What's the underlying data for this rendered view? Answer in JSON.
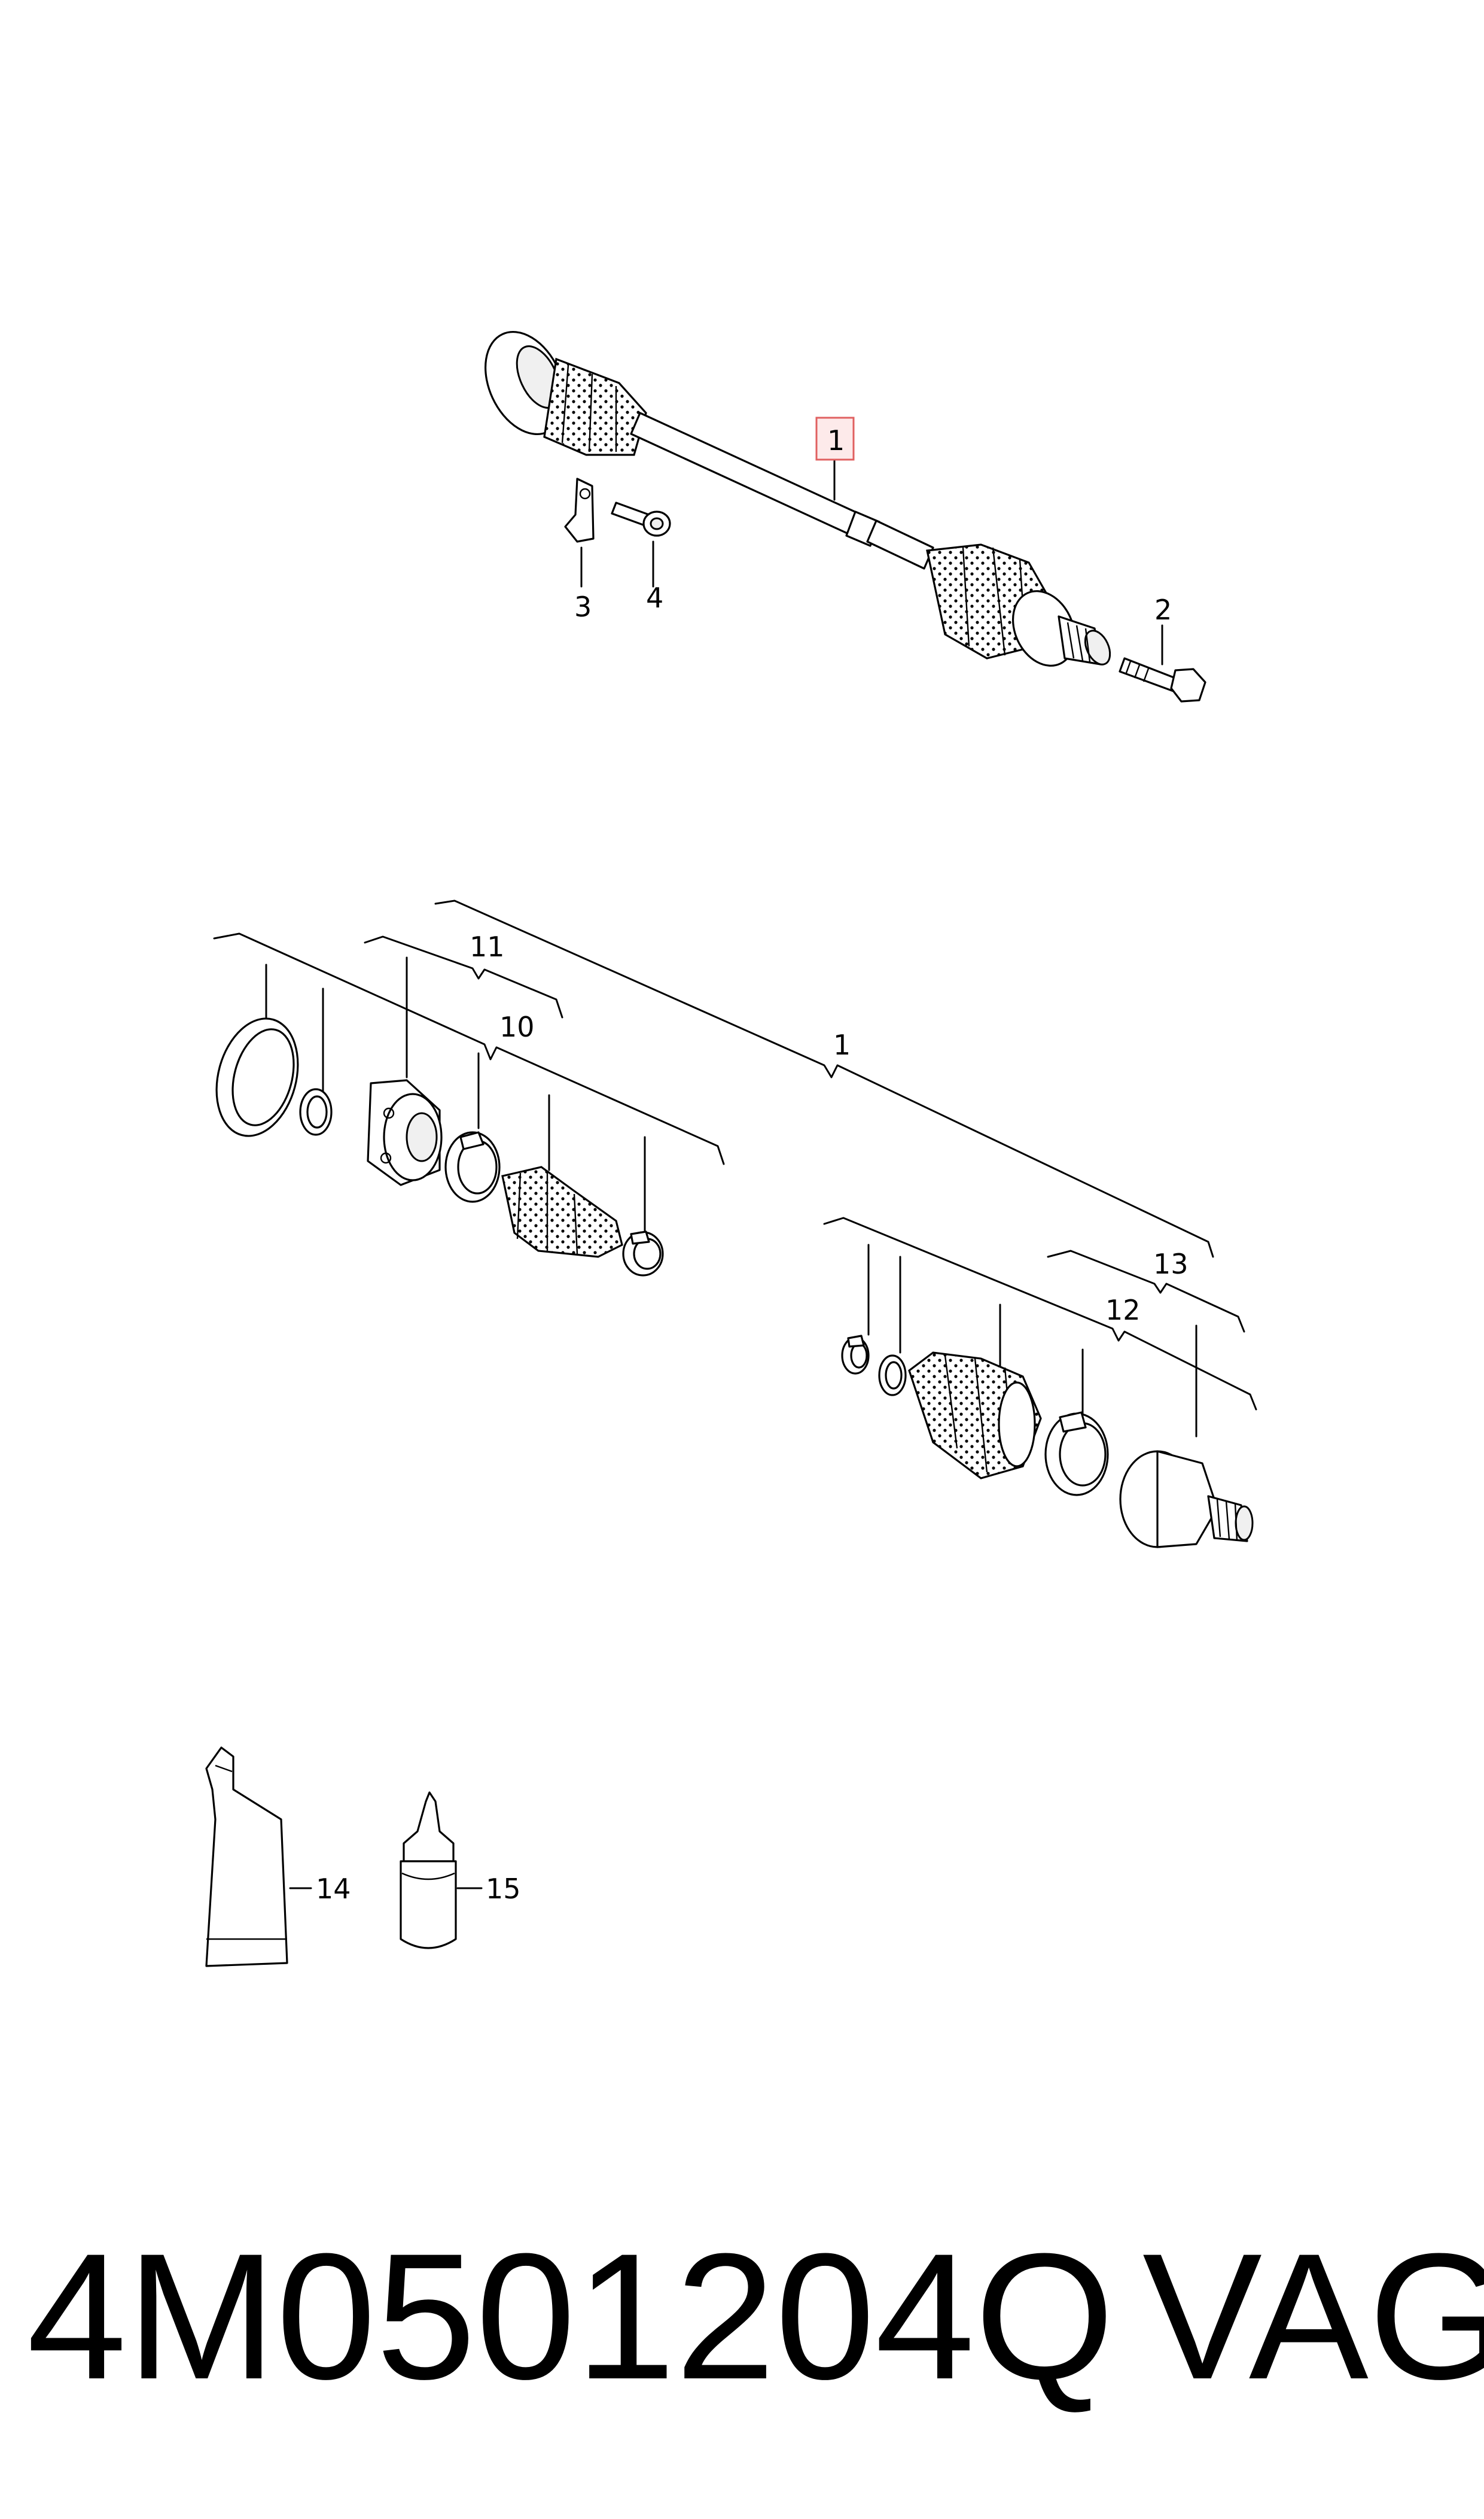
{
  "callouts": {
    "c1_top": "1",
    "c2": "2",
    "c3": "3",
    "c4": "4",
    "c1_group": "1",
    "c10": "10",
    "c11": "11",
    "c12": "12",
    "c13": "13",
    "c14": "14",
    "c15": "15"
  },
  "footer": {
    "part_number": "4M0501204Q",
    "brand": "VAG"
  },
  "colors": {
    "highlight_fill": "#fdeaea",
    "highlight_stroke": "#e06060",
    "line": "#000000",
    "background": "#ffffff"
  }
}
